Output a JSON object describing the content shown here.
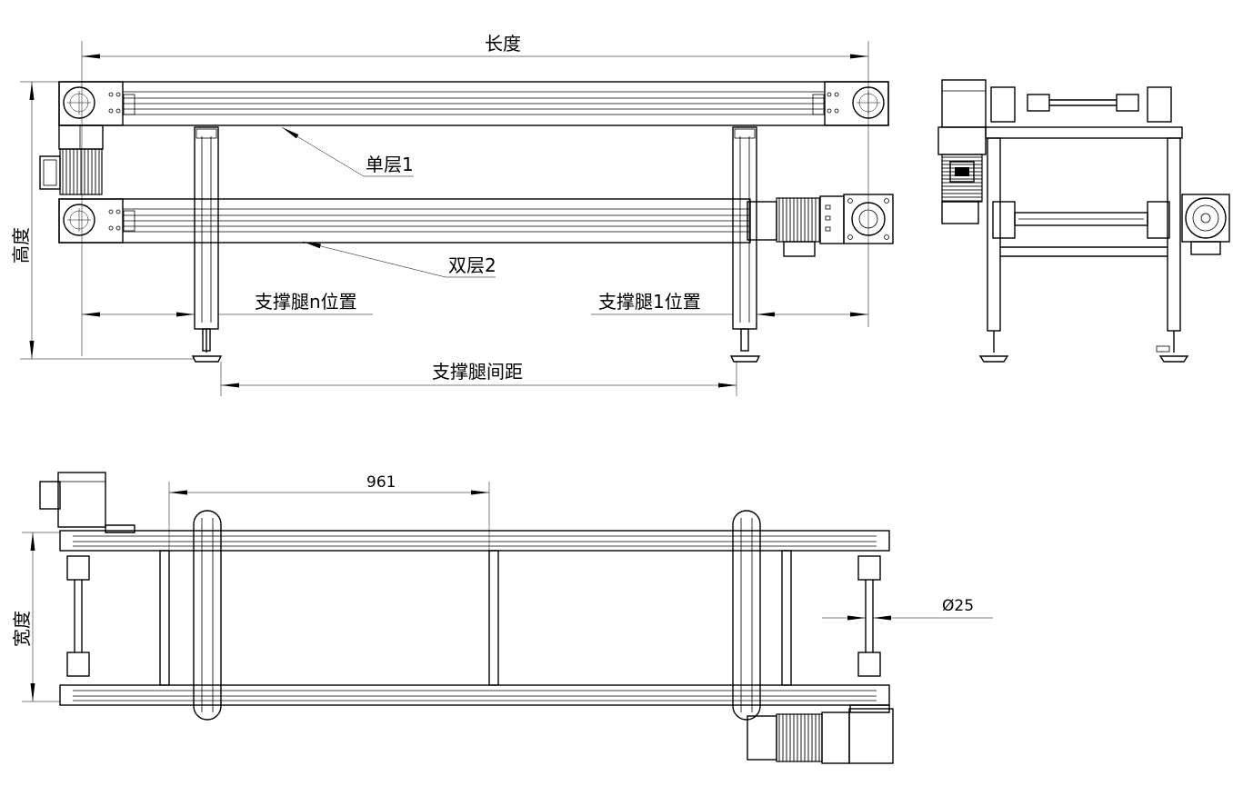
{
  "labels": {
    "length": "长度",
    "height": "高度",
    "width": "宽度",
    "single_layer": "单层1",
    "double_layer": "双层2",
    "leg_n_position": "支撑腿n位置",
    "leg_1_position": "支撑腿1位置",
    "leg_spacing": "支撑腿间距",
    "dim_961": "961",
    "dim_d25": "Ø25"
  },
  "colors": {
    "line": "#000000",
    "background": "#ffffff"
  }
}
